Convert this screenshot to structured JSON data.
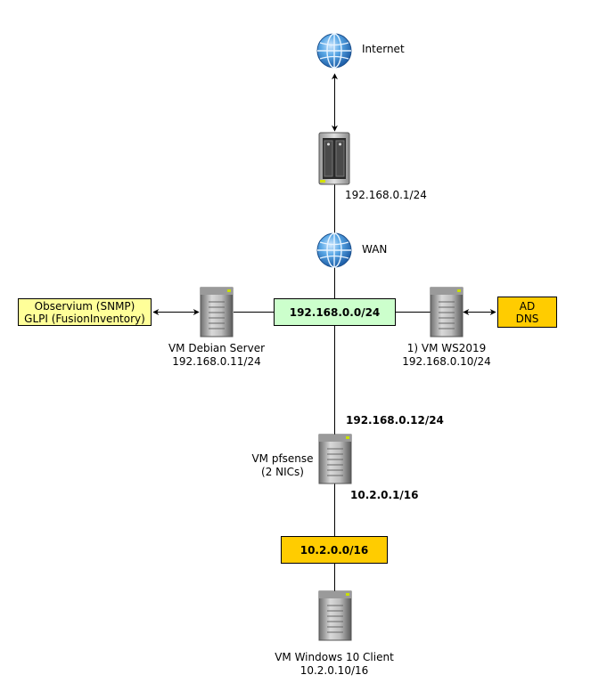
{
  "nodes": {
    "internet": {
      "label": "Internet",
      "icon": "globe-icon"
    },
    "router": {
      "label": "192.168.0.1/24",
      "icon": "nas-router-icon"
    },
    "wan": {
      "label": "WAN",
      "icon": "globe-icon"
    },
    "debian": {
      "line1": "VM Debian Server",
      "line2": "192.168.0.11/24",
      "icon": "server-tower-icon"
    },
    "ws2019": {
      "line1": "1) VM WS2019",
      "line2": "192.168.0.10/24",
      "icon": "server-tower-icon"
    },
    "pfsense": {
      "line1": "VM pfsense",
      "line2": "(2 NICs)",
      "ip_top": "192.168.0.12/24",
      "ip_bottom": "10.2.0.1/16",
      "icon": "server-tower-icon"
    },
    "win10": {
      "line1": "VM Windows 10 Client",
      "line2": "10.2.0.10/16",
      "icon": "server-tower-icon"
    }
  },
  "boxes": {
    "services_debian": {
      "line1": "Observium (SNMP)",
      "line2": "GLPI (FusionInventory)",
      "color": "#ffff99"
    },
    "lan_network": {
      "label": "192.168.0.0/24",
      "color": "#ccffcc"
    },
    "services_ws": {
      "line1": "AD",
      "line2": "DNS",
      "color": "#ffcc00"
    },
    "internal_network": {
      "label": "10.2.0.0/16",
      "color": "#ffcc00"
    }
  }
}
